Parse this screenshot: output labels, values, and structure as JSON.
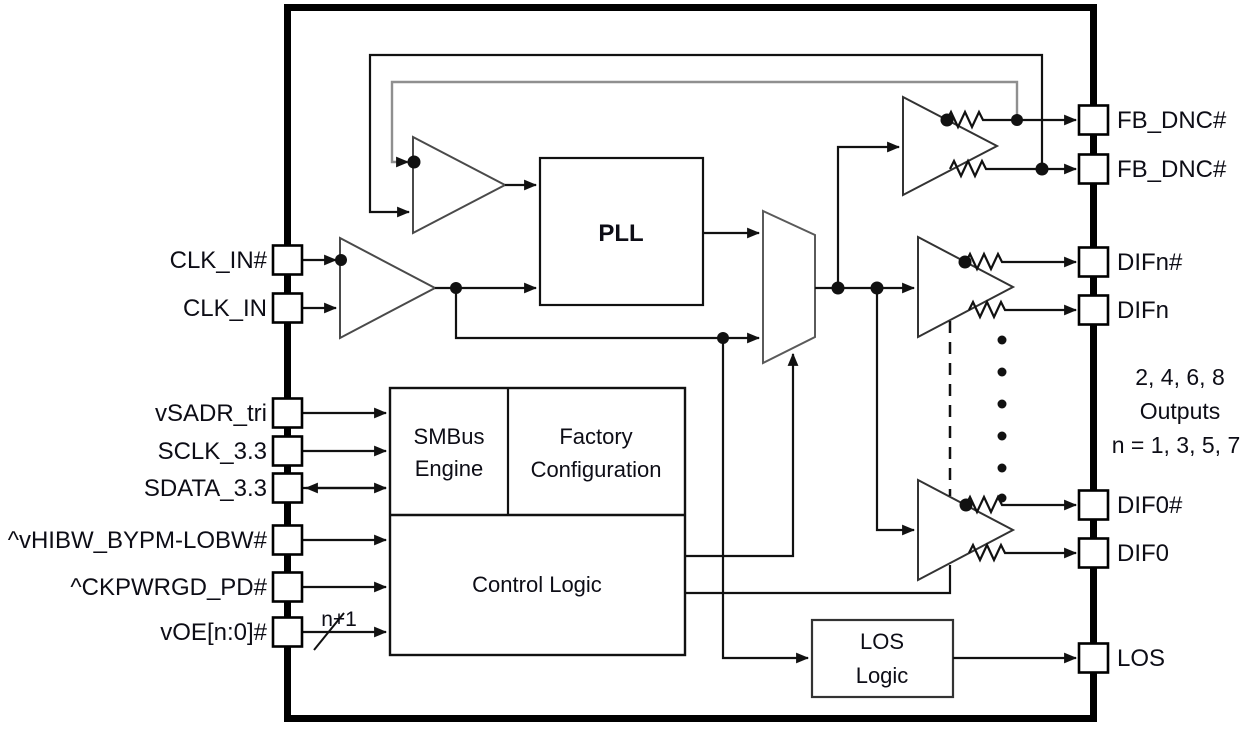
{
  "diagram": {
    "left_pins": [
      {
        "label": "CLK_IN#"
      },
      {
        "label": "CLK_IN"
      },
      {
        "label": "vSADR_tri"
      },
      {
        "label": "SCLK_3.3"
      },
      {
        "label": "SDATA_3.3"
      },
      {
        "label": "^vHIBW_BYPM-LOBW#"
      },
      {
        "label": "^CKPWRGD_PD#"
      },
      {
        "label": "vOE[n:0]#"
      }
    ],
    "right_pins": [
      {
        "label": "FB_DNC#"
      },
      {
        "label": "FB_DNC#"
      },
      {
        "label": "DIFn#"
      },
      {
        "label": "DIFn"
      },
      {
        "label": "DIF0#"
      },
      {
        "label": "DIF0"
      },
      {
        "label": "LOS"
      }
    ],
    "blocks": {
      "pll": "PLL",
      "smbus_line1": "SMBus",
      "smbus_line2": "Engine",
      "factory_line1": "Factory",
      "factory_line2": "Configuration",
      "control": "Control Logic",
      "los_line1": "LOS",
      "los_line2": "Logic"
    },
    "annotations": {
      "outputs_line1": "2, 4, 6, 8",
      "outputs_line2": "Outputs",
      "outputs_line3": "n = 1, 3, 5, 7",
      "bus_width": "n+1"
    },
    "colors": {
      "wire": "#111111",
      "gray_feedback": "#8f8f8f",
      "chip_border": "#000000"
    }
  }
}
